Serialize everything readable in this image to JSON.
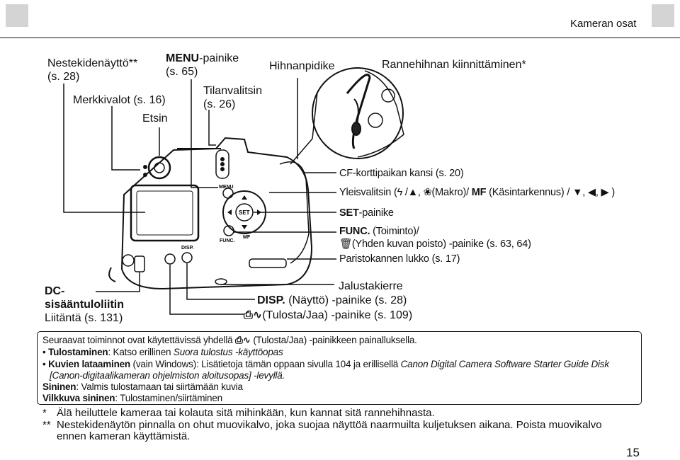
{
  "header": {
    "title": "Kameran osat"
  },
  "page_number": "15",
  "top_labels": {
    "lcd": [
      "Nestekidenäyttö**",
      "(s. 28)"
    ],
    "menu": [
      "MENU",
      "-painike",
      "(s. 65)"
    ],
    "strap_mount": "Hihnanpidike",
    "wrist_strap": "Rannehihnan kiinnittäminen*",
    "indicators": "Merkkivalot (s. 16)",
    "mode_dial": [
      "Tilanvalitsin",
      "(s. 26)"
    ],
    "viewfinder": "Etsin"
  },
  "right_labels": {
    "cf_cover": "CF-korttipaikan kansi (s. 20)",
    "selector_prefix": "Yleisvalitsin (",
    "selector_macro": "(Makro)/",
    "selector_mf_bold": "MF",
    "selector_mf_text": "(Käsintarkennus) /",
    "selector_end": ")",
    "set_bold": "SET",
    "set_text": "-painike",
    "func_bold": "FUNC.",
    "func_text": "(Toiminto)/",
    "erase_text": "(Yhden kuvan poisto) -painike (s. 63, 64)",
    "battery_lock": "Paristokannen lukko (s. 17)"
  },
  "bottom_labels": {
    "tripod": "Jalustakierre",
    "disp_bold": "DISP.",
    "disp_text": "(Näyttö) -painike (s. 28)",
    "print_text": "(Tulosta/Jaa) -painike (s. 109)",
    "dc_in": [
      "DC-",
      "sisääntuloliitin"
    ],
    "dc_page": "Liitäntä (s. 131)"
  },
  "camera_markings": {
    "menu": "MENU",
    "disp": "DISP.",
    "set": "SET",
    "func": "FUNC.",
    "mf": "MF"
  },
  "info_box": {
    "intro_start": "Seuraavat toiminnot ovat käytettävissä yhdellä",
    "intro_end": "(Tulosta/Jaa) -painikkeen painalluksella.",
    "bullet1_bold": "Tulostaminen",
    "bullet1_text": ": Katso erillinen ",
    "bullet1_italic": "Suora tulostus -käyttöopas",
    "bullet2_bold": "Kuvien lataaminen",
    "bullet2_text": " (vain Windows): Lisätietoja tämän oppaan sivulla 104 ja erillisellä ",
    "bullet2_italic": "Canon Digital Camera Software Starter Guide Disk",
    "bullet2_line2": "[Canon-digitaalikameran ohjelmiston aloitusopas]",
    "bullet2_line2_end": " -levyllä.",
    "line_blue_bold": "Sininen",
    "line_blue_text": ": Valmis tulostamaan tai siirtämään kuvia",
    "line_blink_bold": "Vilkkuva sininen",
    "line_blink_text": ": Tulostaminen/siirtäminen"
  },
  "footnotes": {
    "f1_mark": "*",
    "f1": "Älä heiluttele kameraa tai kolauta sitä mihinkään, kun kannat sitä rannehihnasta.",
    "f2_mark": "**",
    "f2_line1": "Nestekidenäytön pinnalla on ohut muovikalvo, joka suojaa näyttöä naarmuilta kuljetuksen aikana. Poista muovikalvo",
    "f2_line2": "ennen kameran käyttämistä."
  },
  "icons": [
    "flash-icon",
    "mountain-icon",
    "macro-flower-icon",
    "triangle-down-icon",
    "triangle-left-icon",
    "triangle-right-icon",
    "trash-icon",
    "print-share-icon",
    "camera-back-illustration",
    "wrist-strap-illustration"
  ]
}
